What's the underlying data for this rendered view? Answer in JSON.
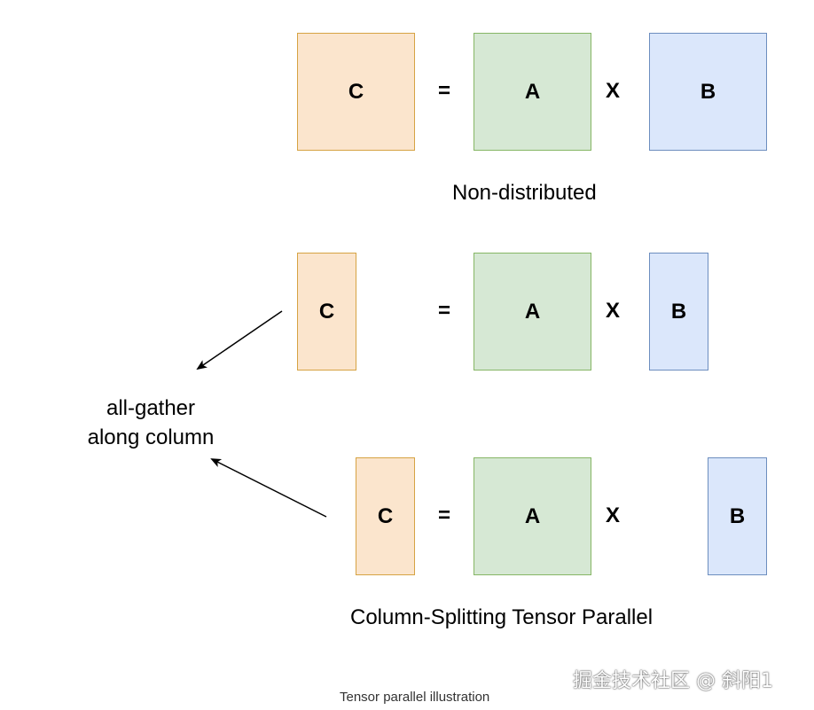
{
  "colors": {
    "c_fill": "#fbe5cd",
    "c_stroke": "#d6a343",
    "a_fill": "#d6e8d4",
    "a_stroke": "#86b665",
    "b_fill": "#dbe7fb",
    "b_stroke": "#6d8ebf",
    "arrow": "#000000"
  },
  "non_distributed": {
    "c_label": "C",
    "eq": "=",
    "a_label": "A",
    "times": "X",
    "b_label": "B",
    "caption": "Non-distributed"
  },
  "split_row_1": {
    "c_label": "C",
    "eq": "=",
    "a_label": "A",
    "times": "X",
    "b_label": "B"
  },
  "split_row_2": {
    "c_label": "C",
    "eq": "=",
    "a_label": "A",
    "times": "X",
    "b_label": "B"
  },
  "all_gather_label": {
    "line1": "all-gather",
    "line2": "along column"
  },
  "column_caption": "Column-Splitting Tensor Parallel",
  "watermark": "掘金技术社区 @ 斜阳1",
  "footer_caption": "Tensor parallel illustration"
}
